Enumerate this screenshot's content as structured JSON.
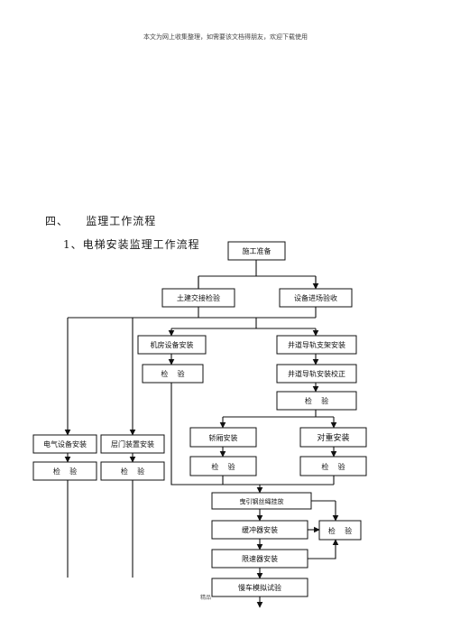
{
  "header_note": "本文为网上收集整理，如需要该文档得朋友，欢迎下载使用",
  "section_heading": "四、    监理工作流程",
  "subsection_heading": "1、电梯安装监理工作流程",
  "footer_text": "精品",
  "flow": {
    "n_start": "施工准备",
    "n_civil": "土建交接检验",
    "n_equip": "设备进场验收",
    "n_machine": "机房设备安装",
    "n_shaft_rail": "井道导轨支架安装",
    "n_inspect_machine": "检    验",
    "n_rail_calib": "井道导轨安装校正",
    "n_inspect_rail": "检    验",
    "n_elec": "电气设备安装",
    "n_door": "层门装置安装",
    "n_car": "轿厢安装",
    "n_counter": "对重安装",
    "n_inspect_elec": "检    验",
    "n_inspect_door": "检    验",
    "n_inspect_car": "检    验",
    "n_inspect_counter": "检    验",
    "n_rope": "曳引钢丝绳挂放",
    "n_buffer": "缓冲器安装",
    "n_inspect_final": "检    验",
    "n_speed": "限速器安装",
    "n_slow": "慢车模拟试验"
  }
}
